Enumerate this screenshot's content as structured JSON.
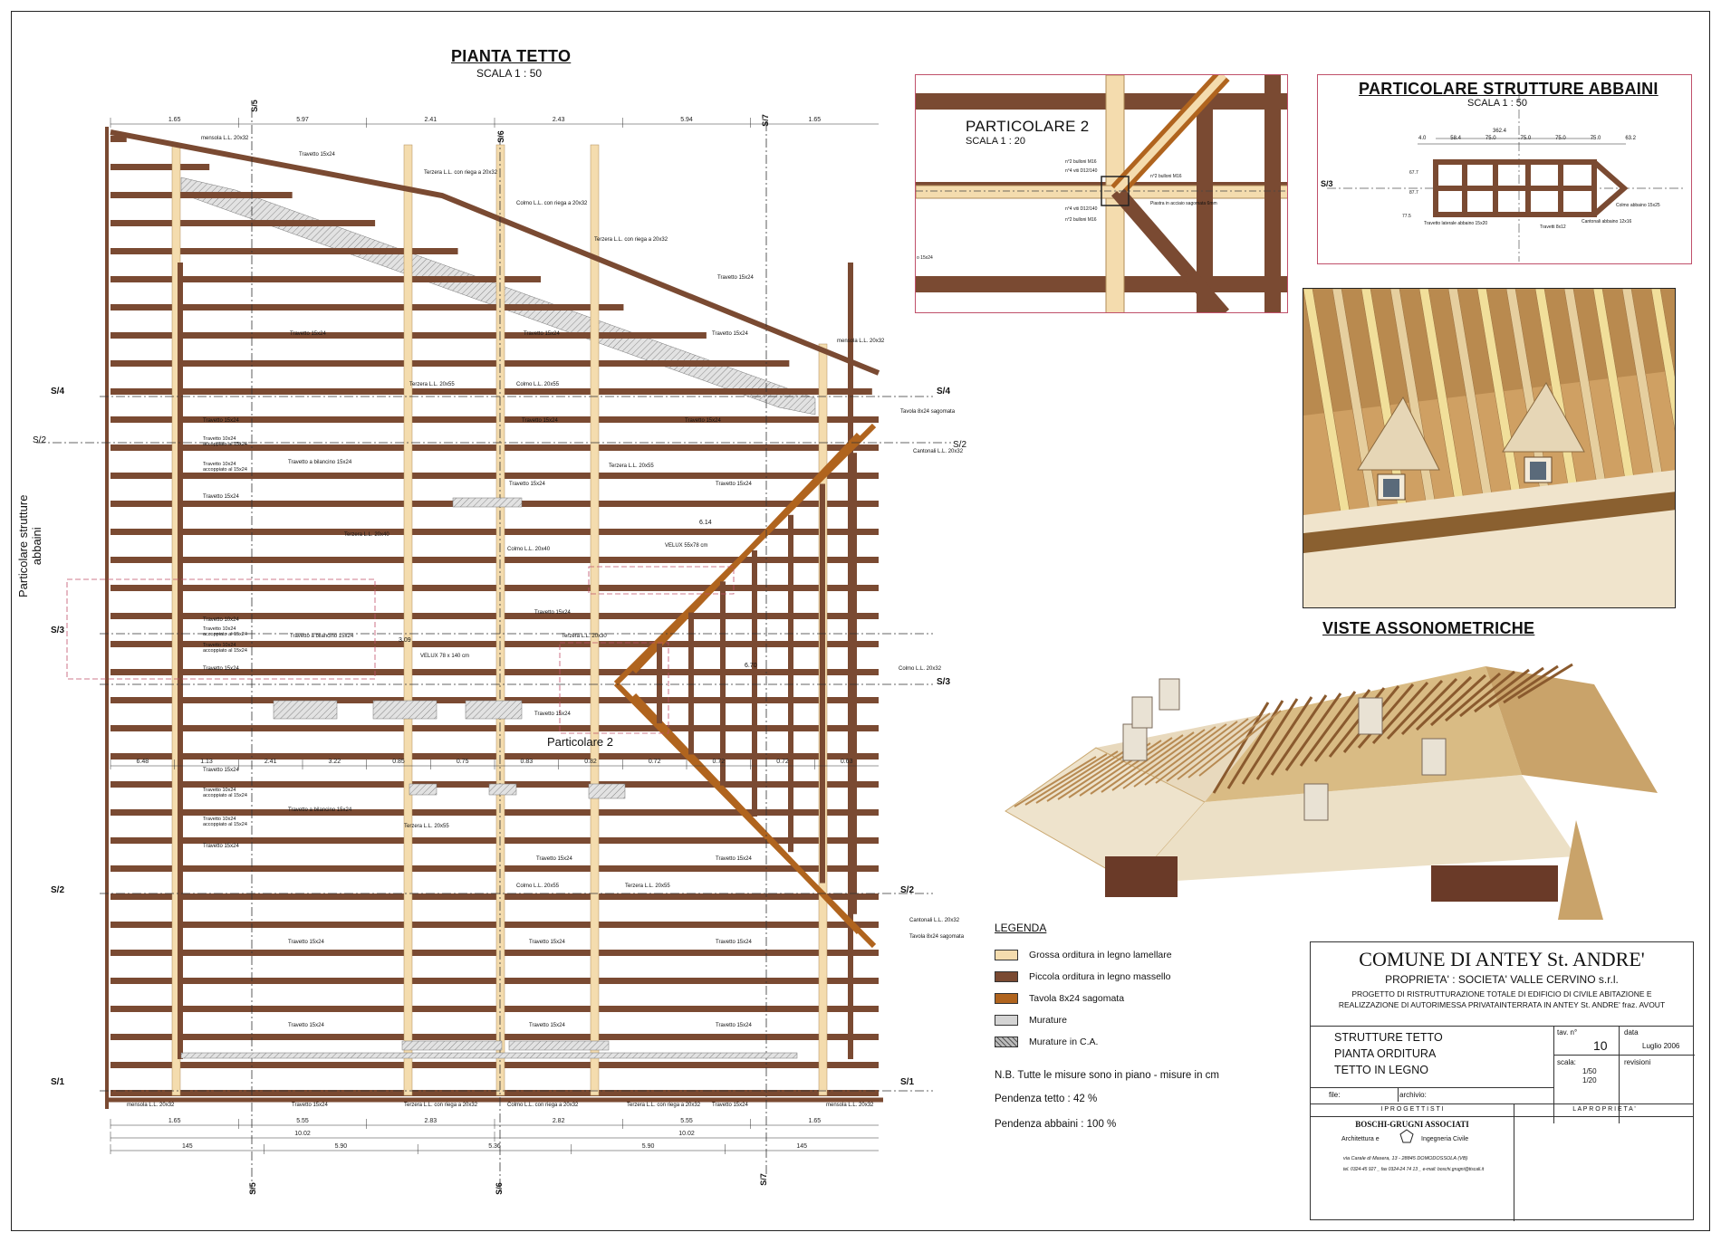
{
  "plan": {
    "title": "PIANTA TETTO",
    "scale": "SCALA 1 : 50",
    "side_label_1": "Particolare strutture",
    "side_label_2": "abbaini",
    "particolare_label": "Particolare 2",
    "sections": [
      "S/5",
      "S/6",
      "S/7",
      "S/4",
      "S/2",
      "S/3",
      "S/2",
      "S/1"
    ],
    "top_dims": [
      "1.65",
      "5.97",
      "2.41",
      "2.43",
      "5.94",
      "1.65"
    ],
    "bottom_dims_1": [
      "1.65",
      "5.55",
      "2.83",
      "2.82",
      "5.55",
      "1.65"
    ],
    "bottom_dims_2": [
      "10.02",
      "10.02"
    ],
    "bottom_dims_3": [
      "145",
      "5.90",
      "5.36",
      "5.90",
      "145"
    ],
    "mid_dims": [
      "6.48",
      "1.13",
      "2.41",
      "3.22",
      "0.85",
      "0.75",
      "0.83",
      "0.82",
      "0.72",
      "0.72",
      "0.72",
      "0.63"
    ],
    "labels": {
      "travetto": "Travetto 15x24",
      "terzera_rieg": "Terzera L.L. con riega a 20x32",
      "colmo_rieg": "Colmo L.L. con riega a 20x32",
      "mensola": "mensola L.L. 20x32",
      "terzera": "Terzera L.L. 20x55",
      "colmo": "Colmo L.L. 20x55",
      "tavola": "Tavola 8x24 sagomata",
      "cantonali": "Cantonali L.L. 20x32",
      "velux1": "VELUX 55x78 cm",
      "velux2": "VELUX 78 x 140 cm",
      "accoppiato": "Travetto 10x24 accoppiato al 15x24",
      "bilancino": "Travetto a bilancino 15x24",
      "terzera40": "Terzera L.L. 20x40",
      "colmo40": "Colmo L.L. 20x40",
      "terzera30": "Terzera L.L. 20x30",
      "colmo32": "Colmo L.L. 20x32",
      "travetto10": "Travetto 10x24",
      "d614": "6.14",
      "d670": "6.70",
      "d309": "3.09"
    }
  },
  "particolare2": {
    "title": "PARTICOLARE 2",
    "scale": "SCALA 1 : 20",
    "notes": [
      "n°2 bulloni M16",
      "n°4 viti D12/140",
      "n°2 bulloni M16",
      "Piastra in acciaio sagomata 6mm",
      "n°4 viti D12/140",
      "n°2 bulloni M16",
      "o 15x24"
    ]
  },
  "abbaini": {
    "title": "PARTICOLARE STRUTTURE ABBAINI",
    "scale": "SCALA 1 : 50",
    "section": "S/3",
    "dims_total": "362.4",
    "dims": [
      "4.0",
      "58.4",
      "75.0",
      "75.0",
      "75.0",
      "75.0",
      "63.2"
    ],
    "dims_left": [
      "67.7",
      "87.7",
      "77.5"
    ],
    "labels": [
      "Colmo abbaino 15x25",
      "Travetto laterale abbaino 15x20",
      "Travetti 8x12",
      "Cantonali abbaino 12x16"
    ]
  },
  "views": {
    "title": "VISTE ASSONOMETRICHE"
  },
  "legend": {
    "title": "LEGENDA",
    "items": [
      {
        "label": "Grossa orditura in legno lamellare",
        "color": "#f4dcae"
      },
      {
        "label": "Piccola orditura in legno massello",
        "color": "#7a4a32"
      },
      {
        "label": "Tavola 8x24 sagomata",
        "color": "#b0641e"
      },
      {
        "label": "Murature",
        "color": "#d4d4d4"
      },
      {
        "label": "Murature in C.A.",
        "color": "#9a9a9a"
      }
    ],
    "note": "N.B. Tutte le misure sono in piano - misure in cm",
    "slope_roof": "Pendenza tetto :  42 %",
    "slope_dormer": "Pendenza abbaini : 100 %"
  },
  "titleblock": {
    "comune": "COMUNE DI ANTEY St. ANDRE'",
    "proprieta": "PROPRIETA' : SOCIETA' VALLE CERVINO s.r.l.",
    "progetto1": "PROGETTO DI RISTRUTTURAZIONE TOTALE DI EDIFICIO DI CIVILE ABITAZIONE E",
    "progetto2": "REALIZZAZIONE  DI AUTORIMESSA PRIVATAINTERRATA IN ANTEY St. ANDRE' fraz. AVOUT",
    "drawing1": "STRUTTURE TETTO",
    "drawing2": "PIANTA ORDITURA",
    "drawing3": "TETTO IN LEGNO",
    "tav_label": "tav. n°",
    "tav": "10",
    "data_label": "data",
    "data": "Luglio 2006",
    "scala_label": "scala:",
    "scala1": "1/50",
    "scala2": "1/20",
    "revisioni_label": "revisioni",
    "file_label": "file:",
    "archivio_label": "archivio:",
    "progettisti_label": "I  P R O G E T T I S T I",
    "proprieta_label": "L A   P R O P R I E T A '",
    "studio": "BOSCHI-GRUGNI ASSOCIATI",
    "studio_arch": "Architettura e",
    "studio_ing": "Ingegneria Civile",
    "address": "via Carale di Masera, 13  - 28845 DOMODOSSOLA (VB)",
    "contacts": "tel. 0324-45 927 _ fax 0324-24 74 13 _ e-mail: boschi.grugni@tiscali.it"
  }
}
